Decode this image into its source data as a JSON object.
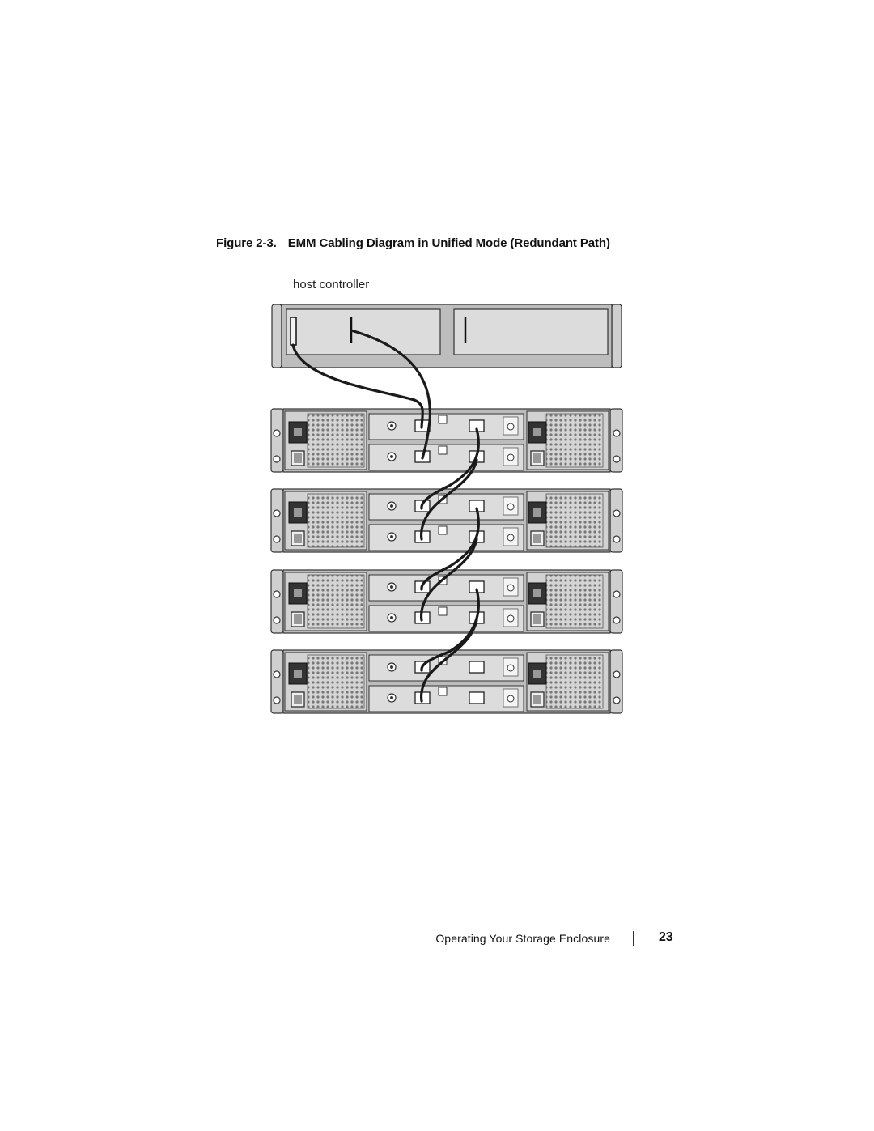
{
  "figure": {
    "number": "Figure 2-3.",
    "title": "EMM Cabling Diagram in Unified Mode (Redundant Path)",
    "host_label": "host controller"
  },
  "footer": {
    "section_title": "Operating Your Storage Enclosure",
    "page_number": "23"
  },
  "colors": {
    "panel_face": "#d9d9d9",
    "chassis": "#bcbcbc",
    "cable": "#1a1a1a",
    "outline": "#333333"
  }
}
